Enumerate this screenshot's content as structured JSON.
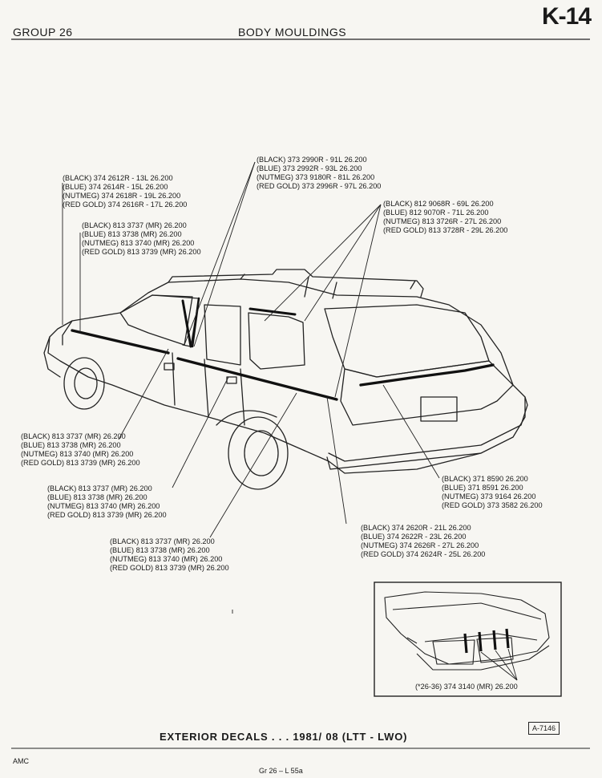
{
  "header": {
    "group": "GROUP 26",
    "title": "BODY MOULDINGS",
    "page": "K-14"
  },
  "labels": [
    {
      "id": "front-fender",
      "lines": [
        "(BLACK) 374 2612R - 13L  26.200",
        "(BLUE) 374 2614R - 15L  26.200",
        "(NUTMEG) 374 2618R - 19L  26.200",
        "(RED GOLD) 374 2616R - 17L  26.200"
      ]
    },
    {
      "id": "front-bumper-strip",
      "lines": [
        "(BLACK) 813 3737 (MR)  26.200",
        "(BLUE) 813 3738 (MR)  26.200",
        "(NUTMEG) 813 3740 (MR)  26.200",
        "(RED GOLD) 813 3739 (MR)  26.200"
      ]
    },
    {
      "id": "roof-pillar",
      "lines": [
        "(BLACK) 373 2990R - 91L  26.200",
        "(BLUE) 373 2992R - 93L  26.200",
        "(NUTMEG) 373 9180R - 81L  26.200",
        "(RED GOLD) 373 2996R - 97L  26.200"
      ]
    },
    {
      "id": "quarter-window",
      "lines": [
        "(BLACK) 812 9068R - 69L  26.200",
        "(BLUE) 812 9070R - 71L  26.200",
        "(NUTMEG) 813 3726R - 27L  26.200",
        "(RED GOLD) 813 3728R - 29L  26.200"
      ]
    },
    {
      "id": "front-door",
      "lines": [
        "(BLACK) 813 3737 (MR)  26.200",
        "(BLUE) 813 3738 (MR)  26.200",
        "(NUTMEG) 813 3740 (MR)  26.200",
        "(RED GOLD) 813 3739 (MR)  26.200"
      ]
    },
    {
      "id": "rear-door",
      "lines": [
        "(BLACK) 813 3737 (MR)  26.200",
        "(BLUE) 813 3738 (MR)  26.200",
        "(NUTMEG) 813 3740 (MR)  26.200",
        "(RED GOLD) 813 3739 (MR)  26.200"
      ]
    },
    {
      "id": "quarter-panel",
      "lines": [
        "(BLACK) 813 3737 (MR)  26.200",
        "(BLUE) 813 3738 (MR)  26.200",
        "(NUTMEG) 813 3740 (MR)  26.200",
        "(RED GOLD) 813 3739 (MR)  26.200"
      ]
    },
    {
      "id": "liftgate",
      "lines": [
        "(BLACK) 371 8590  26.200",
        "(BLUE) 371 8591  26.200",
        "(NUTMEG) 373 9164  26.200",
        "(RED GOLD) 373 3582  26.200"
      ]
    },
    {
      "id": "rear-quarter",
      "lines": [
        "(BLACK) 374 2620R - 21L  26.200",
        "(BLUE) 374 2622R - 23L  26.200",
        "(NUTMEG) 374 2626R - 27L  26.200",
        "(RED GOLD) 374 2624R - 25L  26.200"
      ]
    }
  ],
  "inset": {
    "label": "(*26-36) 374 3140 (MR)  26.200"
  },
  "footer": {
    "title": "EXTERIOR DECALS . . . 1981/ 08 (LTT - LWO)",
    "code": "A-7146",
    "brand": "AMC",
    "ref": "Gr 26  –  L 55a"
  }
}
